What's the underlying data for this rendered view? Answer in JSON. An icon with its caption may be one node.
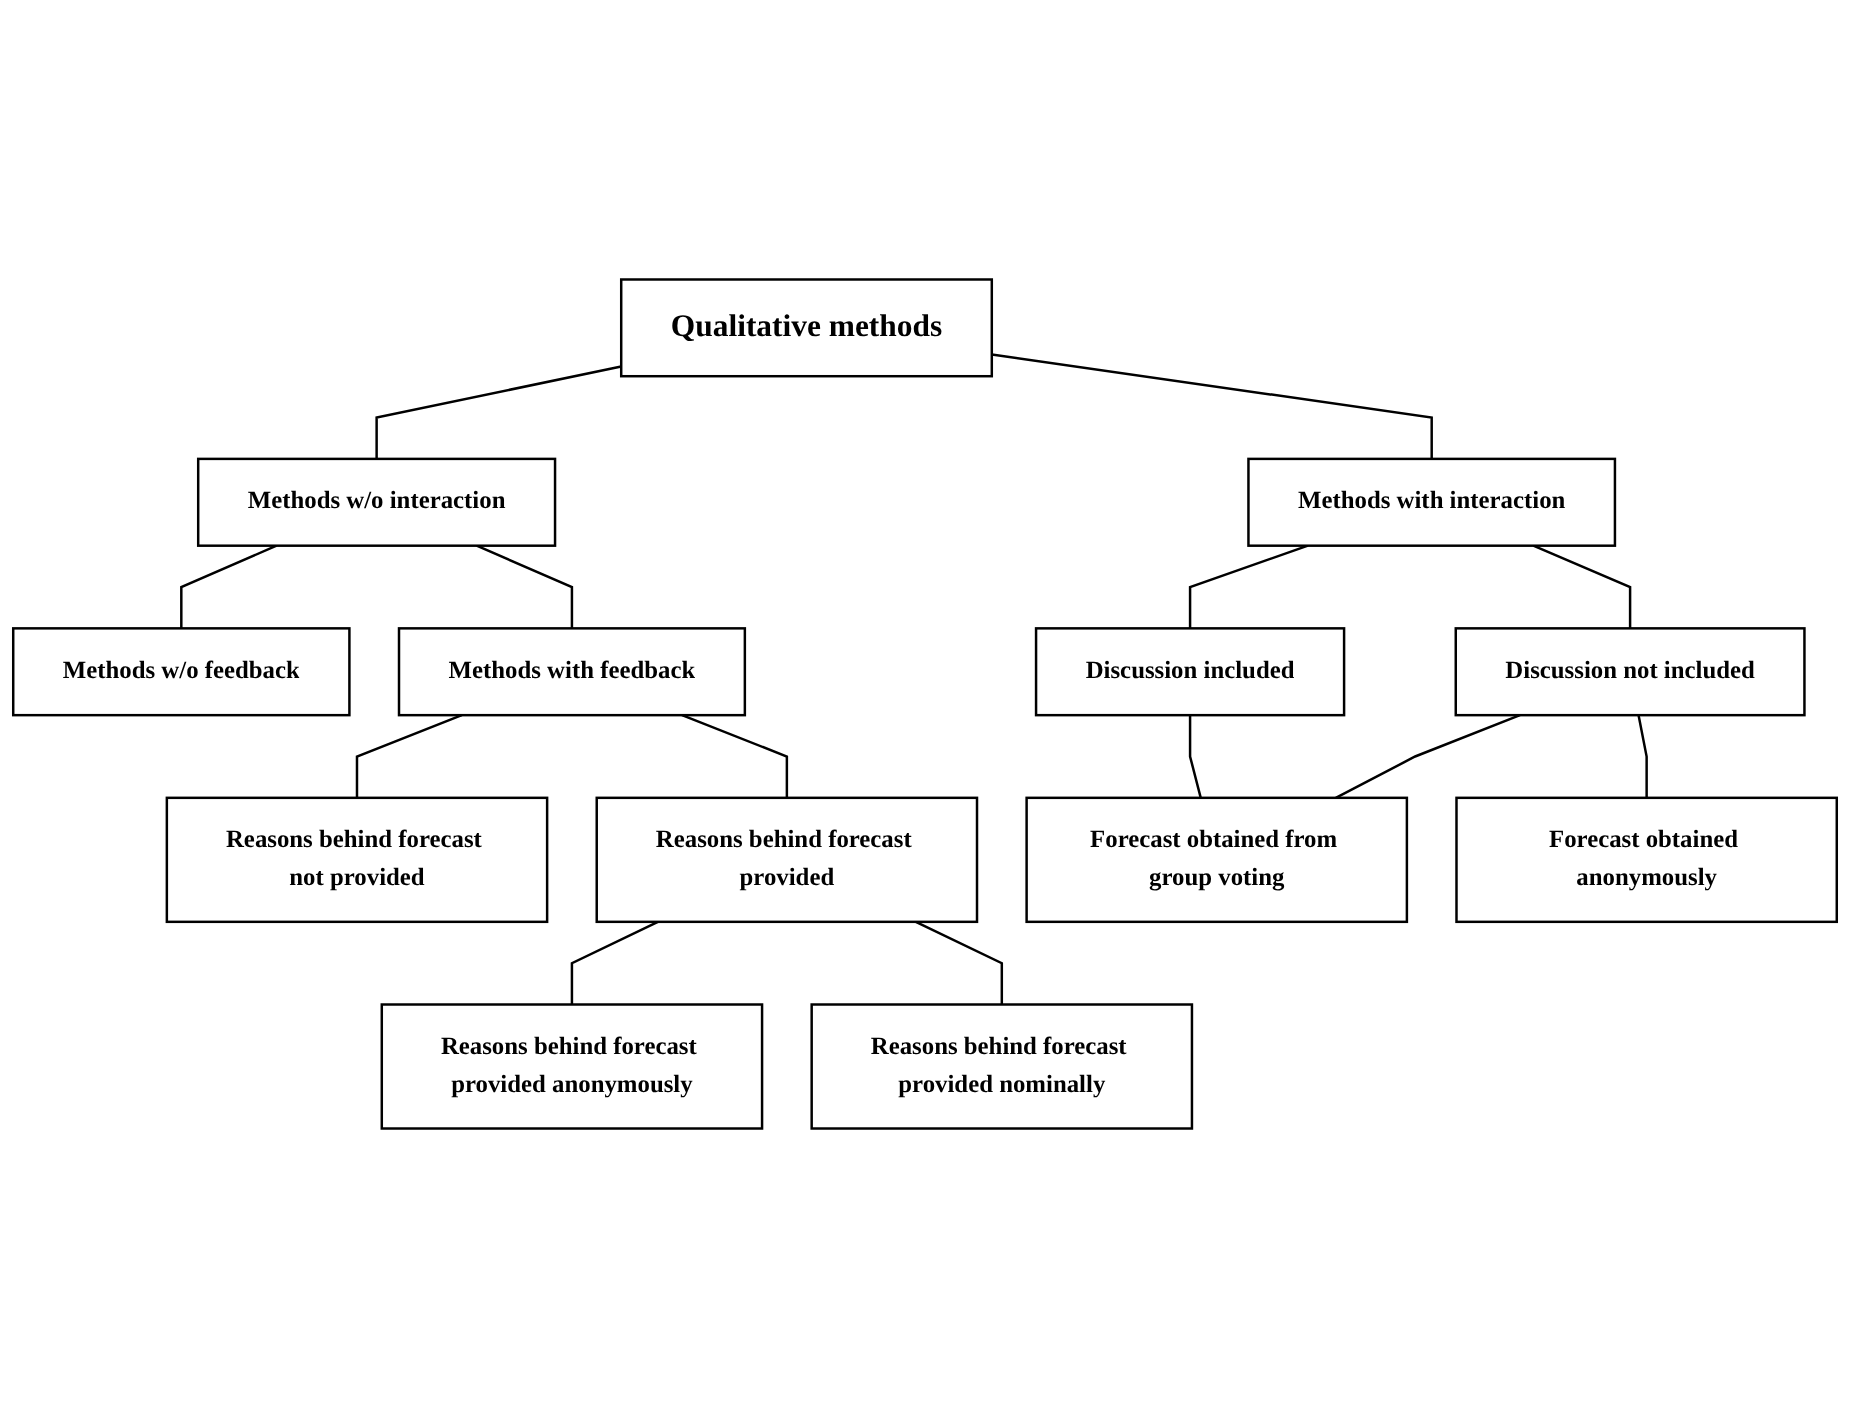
{
  "diagram": {
    "nodes": [
      {
        "text": [
          "Qualitative methods"
        ]
      },
      {
        "text": [
          "Methods w/o interaction"
        ]
      },
      {
        "text": [
          "Methods with interaction"
        ]
      },
      {
        "text": [
          "Methods w/o feedback"
        ]
      },
      {
        "text": [
          "Methods with feedback"
        ]
      },
      {
        "text": [
          "Discussion included"
        ]
      },
      {
        "text": [
          "Discussion not included"
        ]
      },
      {
        "text": [
          "Reasons behind forecast not provided"
        ]
      },
      {
        "text": [
          "Reasons behind forecast provided"
        ]
      },
      {
        "text": [
          "Forecast obtained from group voting"
        ]
      },
      {
        "text": [
          "Forecast obtained anonymously"
        ]
      },
      {
        "text": [
          "Reasons behind forecast provided anonymously"
        ]
      },
      {
        "text": [
          "Reasons behind forecast provided nominally"
        ]
      }
    ],
    "edges": [
      {
        "from": 0,
        "to": 1,
        "arrow": "none"
      },
      {
        "from": 0,
        "to": 2,
        "arrow": "none"
      },
      {
        "from": 1,
        "to": 3,
        "arrow": "none"
      },
      {
        "from": 1,
        "to": 4,
        "arrow": "none"
      },
      {
        "from": 2,
        "to": 5,
        "arrow": "none"
      },
      {
        "from": 2,
        "to": 6,
        "arrow": "none"
      },
      {
        "from": 4,
        "to": 7,
        "arrow": "none"
      },
      {
        "from": 4,
        "to": 8,
        "arrow": "none"
      },
      {
        "from": 5,
        "to": 9,
        "arrow": "none"
      },
      {
        "from": 6,
        "to": 9,
        "arrow": "none"
      },
      {
        "from": 6,
        "to": 10,
        "arrow": "none"
      },
      {
        "from": 8,
        "to": 11,
        "arrow": "none"
      },
      {
        "from": 8,
        "to": 12,
        "arrow": "none"
      }
    ]
  }
}
